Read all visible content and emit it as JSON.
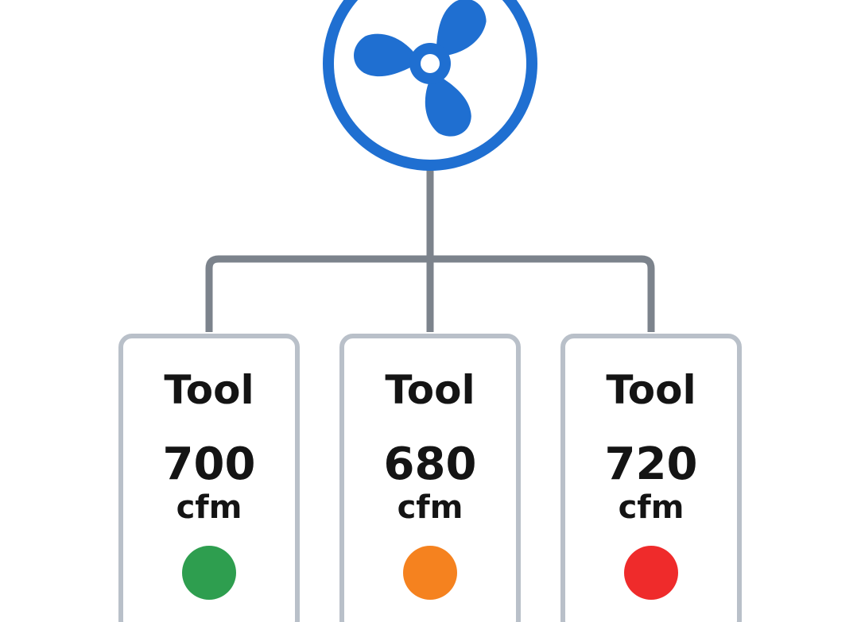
{
  "hub": {
    "icon": "fan-icon",
    "color": "#1f6fd1"
  },
  "connector_color": "#7c838c",
  "card_border_color": "#b9c0c9",
  "tools": [
    {
      "label": "Tool",
      "value": "700",
      "unit": "cfm",
      "status_color": "#2e9e4f"
    },
    {
      "label": "Tool",
      "value": "680",
      "unit": "cfm",
      "status_color": "#f5821f"
    },
    {
      "label": "Tool",
      "value": "720",
      "unit": "cfm",
      "status_color": "#ef2b2b"
    }
  ]
}
